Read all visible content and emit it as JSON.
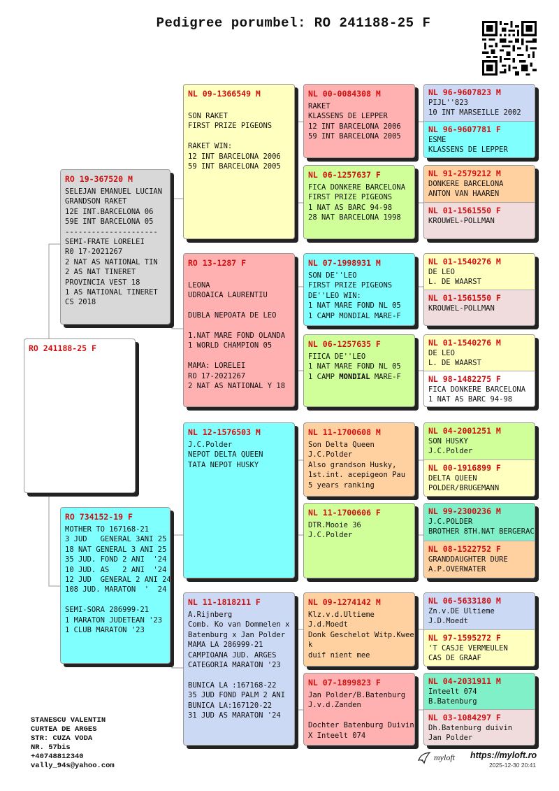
{
  "title": "Pedigree porumbel: RO 241188-25 F",
  "subject": {
    "id": "RO 241188-25 F",
    "text": ""
  },
  "sire": {
    "id": "RO 19-367520 M",
    "text": "SELEJAN EMANUEL LUCIAN\nGRANDSON RAKET\n12E INT.BARCELONA 06\n59E INT BARCELONA 05\n---------------------\nSEMI-FRATE LORELEI\nR0 17-2021267\n2 NAT AS NATIONAL TIN\n2 AS NAT TINERET\nPROVINCIA VEST 18\n1 AS NATIONAL TINERET\nCS 2018"
  },
  "dam": {
    "id": "RO 734152-19 F",
    "text": "MOTHER TO 167168-21\n3 JUD   GENERAL 3ANI 25\n18 NAT GENERAL 3 ANI 25\n35 JUD. FOND 2 ANI  '24\n10 JUD. AS   2 ANI  '24\n12 JUD  GENERAL 2 ANI 24\n108 JUD. MARATON  '  24\n\nSEMI-SORA 286999-21\n1 MARATON JUDETEAN '23\n1 CLUB MARATON '23"
  },
  "gen2": [
    {
      "id": "NL 09-1366549 M",
      "text": "SON RAKET\nFIRST PRIZE PIGEONS\n\nRAKET WIN:\n12 INT BARCELONA 2006\n59 INT BARCELONA 2005"
    },
    {
      "id": "RO 13-1287 F",
      "text": "LEONA\nUDROAICA LAURENTIU\n\nDUBLA NEPOATA DE LEO\n\n1.NAT MARE FOND OLANDA\n1 WORLD CHAMPION 05\n\nMAMA: LORELEI\nRO 17-2021267\n2 NAT AS NATIONAL Y 18"
    },
    {
      "id": "NL 12-1576503 M",
      "text": "J.C.Polder\nNEPOT DELTA QUEEN\nTATA NEPOT HUSKY"
    },
    {
      "id": "NL 11-1818211 F",
      "text": "A.Rijnberg\nComb. Ko van Dommelen x\nBatenburg x Jan Polder\nMAMA LA 286999-21\nCAMPIOANA JUD. ARGES\nCATEGORIA MARATON '23\n\nBUNICA LA :167168-22\n35 JUD FOND PALM 2 ANI\nBUNICA LA:167120-22\n31 JUD AS MARATON '24"
    }
  ],
  "gen3": [
    {
      "id": "NL 00-0084308 M",
      "text": "RAKET\nKLASSENS DE LEPPER\n12 INT BARCELONA 2006\n59 INT BARCELONA 2005"
    },
    {
      "id": "NL 06-1257637 F",
      "text": "FICA DONKERE BARCELONA\nFIRST PRIZE PIGEONS\n1 NAT AS BARC 94-98\n28 NAT BARCELONA 1998"
    },
    {
      "id": "NL 07-1998931 M",
      "text": "SON DE''LEO\nFIRST PRIZE PIGEONS\nDE''LEO WIN:\n1 NAT MARE FOND NL 05\n1 CAMP MONDIAL MARE-F"
    },
    {
      "id": "NL 06-1257635 F",
      "text_a": "FIICA DE''LEO\n1 NAT MARE FOND NL 05\n1 CAMP ",
      "bold": "MONDIAL",
      "text_b": " MARE-F"
    },
    {
      "id": "NL 11-1700608 M",
      "text": "Son Delta Queen\nJ.C.Polder\nAlso grandson Husky,\n1st.int. acepigeon Pau\n5 years ranking"
    },
    {
      "id": "NL 11-1700606 F",
      "text": "DTR.Mooie 36\nJ.C.Polder"
    },
    {
      "id": "NL 09-1274142 M",
      "text": "Klz.v.d.Ultieme\nJ.d.Moedt\nDonk Geschelot Witp.Kwee\nk\nduif nient mee"
    },
    {
      "id": "NL 07-1899823 F",
      "text": "Jan Polder/B.Batenburg\nJ.v.d.Zanden\n\nDochter Batenburg Duivin\nX Inteelt 074"
    }
  ],
  "gen4": [
    {
      "id": "NL 96-9607823 M",
      "text": "PIJL''823\n10 INT MARSEILLE 2002"
    },
    {
      "id": "NL 96-9607781 F",
      "text": "ESME\nKLASSENS DE LEPPER"
    },
    {
      "id": "NL 91-2579212 M",
      "text": "DONKERE BARCELONA\nANTON VAN HAAREN"
    },
    {
      "id": "NL 01-1561550 F",
      "text": "KROUWEL-POLLMAN"
    },
    {
      "id": "NL 01-1540276 M",
      "text": "DE LEO\nL. DE WAARST"
    },
    {
      "id": "NL 01-1561550 F",
      "text": "KROUWEL-POLLMAN"
    },
    {
      "id": "NL 01-1540276 M",
      "text": "DE LEO\nL. DE WAARST"
    },
    {
      "id": "NL 98-1482275 F",
      "text": "FICA DONKERE BARCELONA\n1 NAT AS BARC 94-98"
    },
    {
      "id": "NL 04-2001251 M",
      "text": "SON HUSKY\nJ.C.Polder"
    },
    {
      "id": "NL 00-1916899 F",
      "text": "DELTA QUEEN\nPOLDER/BRUGEMANN"
    },
    {
      "id": "NL 99-2300236 M",
      "text": "J.C.POLDER\nBROTHER 8TH.NAT BERGERAC"
    },
    {
      "id": "NL 08-1522752 F",
      "text": "GRANDDAUGHTER DURE\nA.P.OVERWATER"
    },
    {
      "id": "NL 06-5633180 M",
      "text": "Zn.v.DE Ultieme\nJ.D.Moedt"
    },
    {
      "id": "NL 97-1595272 F",
      "text": "'T CASJE VERMEULEN\nCAS DE GRAAF"
    },
    {
      "id": "NL 04-2031911 M",
      "text": "Inteelt 074\nB.Batenburg"
    },
    {
      "id": "NL 03-1084297 F",
      "text": "Dh.Batenburg duivin\nJan Polder"
    }
  ],
  "owner": [
    "STANESCU VALENTIN",
    "CURTEA DE ARGES",
    "STR: CUZA VODA",
    "NR. 57bis",
    "+40748812340",
    "vally_94s@yahoo.com"
  ],
  "footer": {
    "logo": "myloft",
    "url": "https://myloft.ro",
    "date": "2025-12-30 20:41"
  }
}
